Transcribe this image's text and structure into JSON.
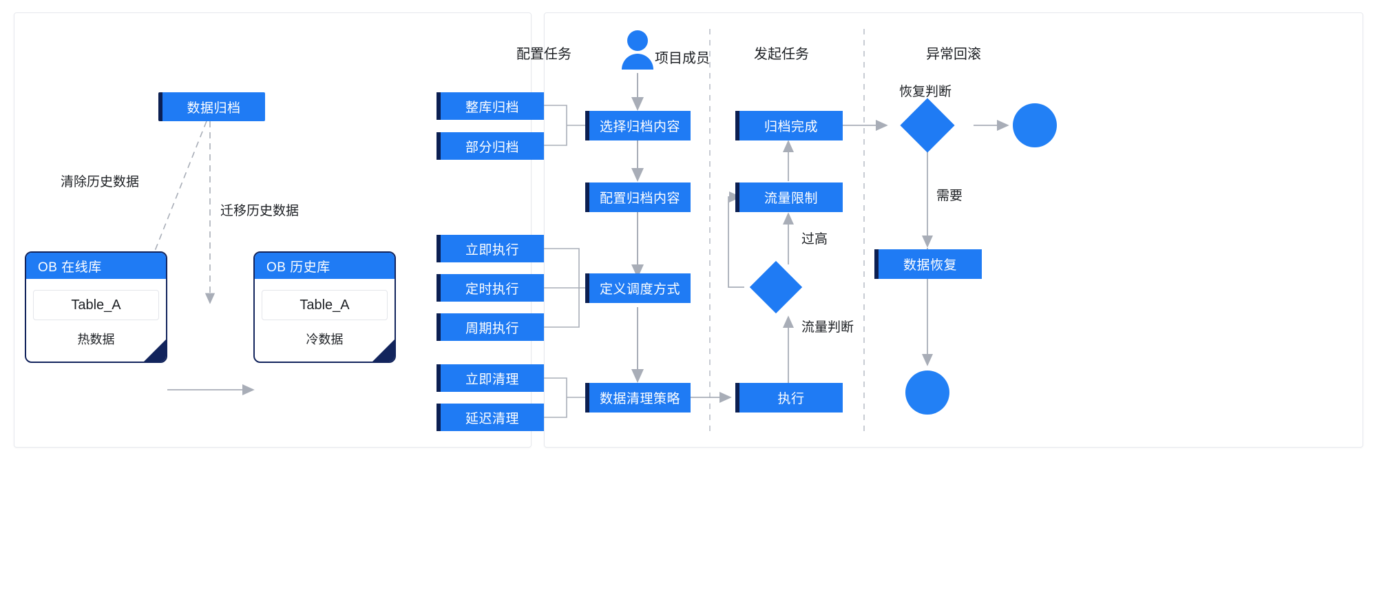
{
  "left_panel": {
    "title_box": {
      "label": "数据归档"
    },
    "edge_labels": {
      "purge": "清除历史数据",
      "migrate": "迁移历史数据"
    },
    "databases": [
      {
        "header": "OB 在线库",
        "table": "Table_A",
        "caption": "热数据"
      },
      {
        "header": "OB 历史库",
        "table": "Table_A",
        "caption": "冷数据"
      }
    ]
  },
  "right_panel": {
    "lanes": [
      {
        "title": "配置任务"
      },
      {
        "title": "项目成员"
      },
      {
        "title": "发起任务"
      },
      {
        "title": "异常回滚"
      }
    ],
    "actor": {
      "icon": "person-icon",
      "label": "项目成员"
    },
    "config_options": {
      "content": [
        "整库归档",
        "部分归档"
      ],
      "schedule": [
        "立即执行",
        "定时执行",
        "周期执行"
      ],
      "cleanup": [
        "立即清理",
        "延迟清理"
      ]
    },
    "main_steps": [
      "选择归档内容",
      "配置归档内容",
      "定义调度方式",
      "数据清理策略"
    ],
    "task_lane": {
      "archive_done": "归档完成",
      "rate_limit": "流量限制",
      "execute": "执行",
      "decision_label": "流量判断",
      "loop_label": "过高"
    },
    "rollback_lane": {
      "decision_label": "恢复判断",
      "branch_label": "需要",
      "recover": "数据恢复"
    }
  },
  "colors": {
    "brand_blue": "#1f7bf4",
    "rail_navy": "#0b1f52",
    "db_border": "#12245c",
    "connector_gray": "#a8adb7",
    "panel_border": "#e6e8ed",
    "text": "#1c1f23"
  }
}
